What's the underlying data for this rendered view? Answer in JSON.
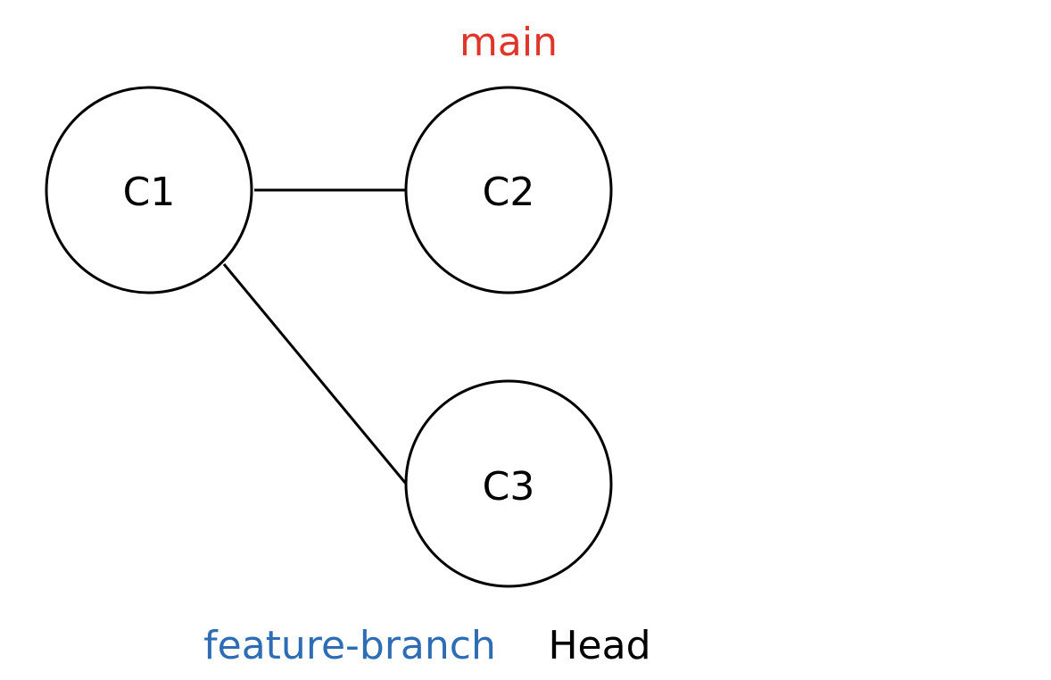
{
  "nodes": {
    "c1": "C1",
    "c2": "C2",
    "c3": "C3"
  },
  "labels": {
    "main": "main",
    "feature_branch": "feature-branch",
    "head": "Head"
  },
  "colors": {
    "main": "#e0352b",
    "feature_branch": "#2e6db4",
    "head": "#000000",
    "stroke": "#000000"
  }
}
